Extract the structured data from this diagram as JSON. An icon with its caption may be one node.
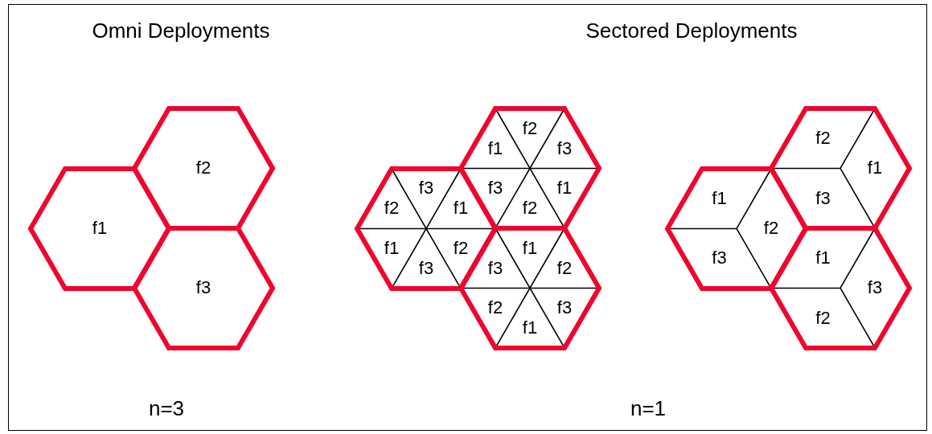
{
  "diagram": {
    "nodes": [
      {
        "text": [
          "f2"
        ]
      },
      {
        "text": [
          "f1"
        ]
      },
      {
        "text": [
          "f3"
        ]
      },
      {
        "text": [
          "f1",
          "f2",
          "f3",
          "f3",
          "f2",
          "f1"
        ]
      },
      {
        "text": [
          "f2",
          "f3",
          "f1",
          "f1",
          "f3",
          "f2"
        ]
      },
      {
        "text": [
          "f3",
          "f1",
          "f2",
          "f2",
          "f1",
          "f3"
        ]
      },
      {
        "text": [
          "f2",
          "f1",
          "f3"
        ]
      },
      {
        "text": [
          "f1",
          "f2",
          "f3"
        ]
      },
      {
        "text": [
          "f1",
          "f3",
          "f2"
        ]
      }
    ],
    "labels": [
      "Omni Deployments",
      "Sectored Deployments",
      "n=3",
      "n=1"
    ]
  }
}
